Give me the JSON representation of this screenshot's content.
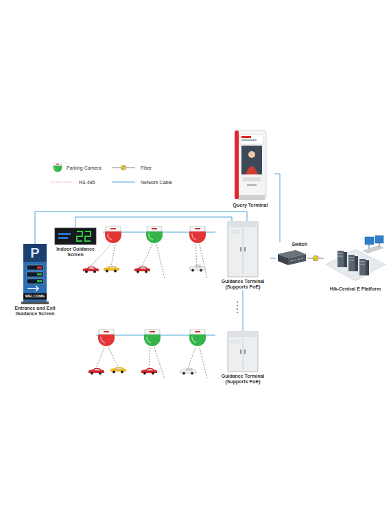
{
  "diagram": {
    "nodes": [
      {
        "text": [
          "Query Terminal"
        ]
      },
      {
        "text": [
          "Indoor Guidance Screen"
        ]
      },
      {
        "text": [
          "Entrance and Exit Guidance Screen"
        ]
      },
      {
        "text": [
          "Guidance Terminal (Supports PoE)"
        ]
      },
      {
        "text": [
          "Guidance Terminal (Supports PoE)"
        ]
      },
      {
        "text": [
          "Switch"
        ]
      },
      {
        "text": [
          "Hik-Central E Platform"
        ]
      }
    ],
    "edges": [
      {
        "from": 0,
        "to": 5,
        "arrow": "none"
      },
      {
        "from": 5,
        "to": 3,
        "arrow": "none"
      },
      {
        "from": 5,
        "to": 6,
        "arrow": "none"
      },
      {
        "from": 3,
        "to": 4,
        "arrow": "none"
      },
      {
        "from": 3,
        "to": 1,
        "arrow": "none"
      },
      {
        "from": 3,
        "to": 2,
        "arrow": "none"
      }
    ],
    "labels": [
      "P",
      "WELCOME"
    ],
    "legend": [
      {
        "text": "Parking Camera"
      },
      {
        "text": "Fiber"
      },
      {
        "text": "RS-485"
      },
      {
        "text": "Network Cable"
      }
    ]
  }
}
